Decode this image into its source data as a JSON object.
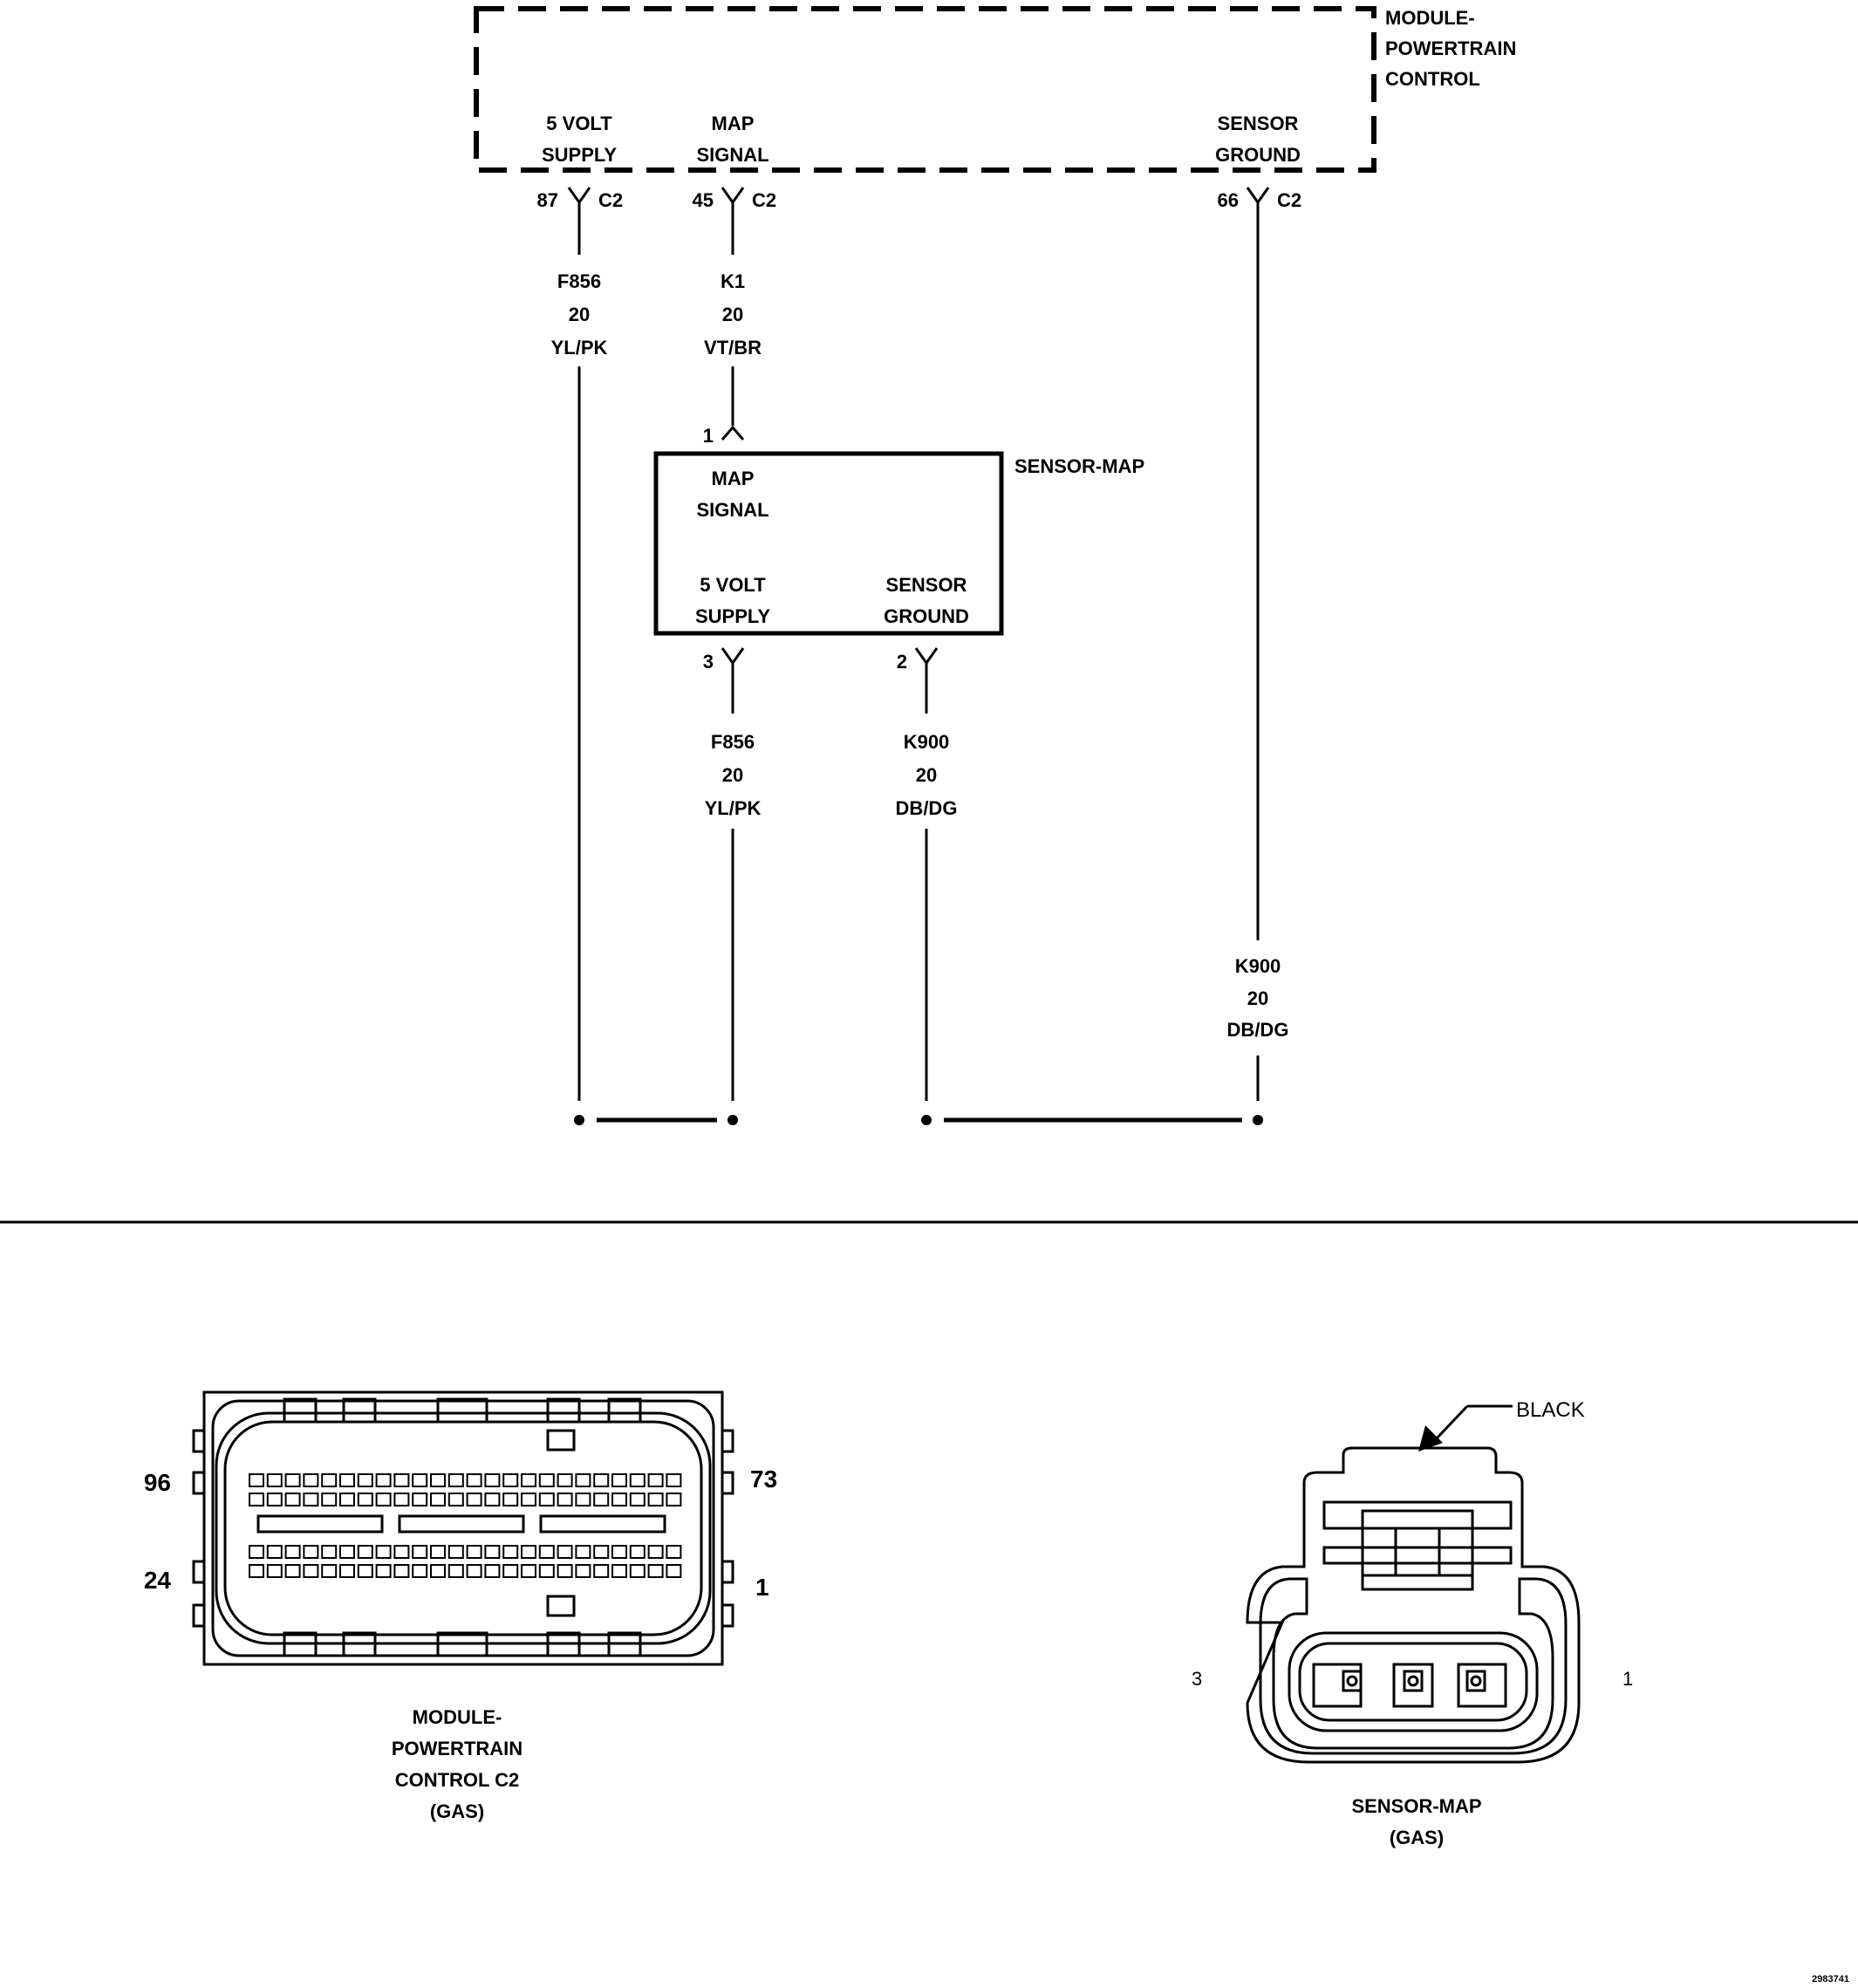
{
  "pcm": {
    "title_lines": [
      "MODULE-",
      "POWERTRAIN",
      "CONTROL"
    ],
    "pins": [
      {
        "line1": "5 VOLT",
        "line2": "SUPPLY",
        "pin": "87",
        "connector": "C2"
      },
      {
        "line1": "MAP",
        "line2": "SIGNAL",
        "pin": "45",
        "connector": "C2"
      },
      {
        "line1": "SENSOR",
        "line2": "GROUND",
        "pin": "66",
        "connector": "C2"
      }
    ]
  },
  "wires_upper": [
    {
      "circuit": "F856",
      "gauge": "20",
      "color": "YL/PK"
    },
    {
      "circuit": "K1",
      "gauge": "20",
      "color": "VT/BR"
    }
  ],
  "sensor": {
    "title": "SENSOR-MAP",
    "map_pin": "1",
    "map_label": [
      "MAP",
      "SIGNAL"
    ],
    "supply_label": [
      "5 VOLT",
      "SUPPLY"
    ],
    "ground_label": [
      "SENSOR",
      "GROUND"
    ],
    "supply_pin": "3",
    "ground_pin": "2"
  },
  "wires_lower": [
    {
      "circuit": "F856",
      "gauge": "20",
      "color": "YL/PK"
    },
    {
      "circuit": "K900",
      "gauge": "20",
      "color": "DB/DG"
    }
  ],
  "wire_ground_pcm": {
    "circuit": "K900",
    "gauge": "20",
    "color": "DB/DG"
  },
  "pcm_connector": {
    "pin_labels": {
      "top_left": "96",
      "top_right": "73",
      "bottom_left": "24",
      "bottom_right": "1"
    },
    "caption": [
      "MODULE-",
      "POWERTRAIN",
      "CONTROL C2",
      "(GAS)"
    ]
  },
  "map_connector": {
    "color_callout": "BLACK",
    "pin_left": "3",
    "pin_right": "1",
    "caption": [
      "SENSOR-MAP",
      "(GAS)"
    ]
  },
  "figure_code": "2983741"
}
